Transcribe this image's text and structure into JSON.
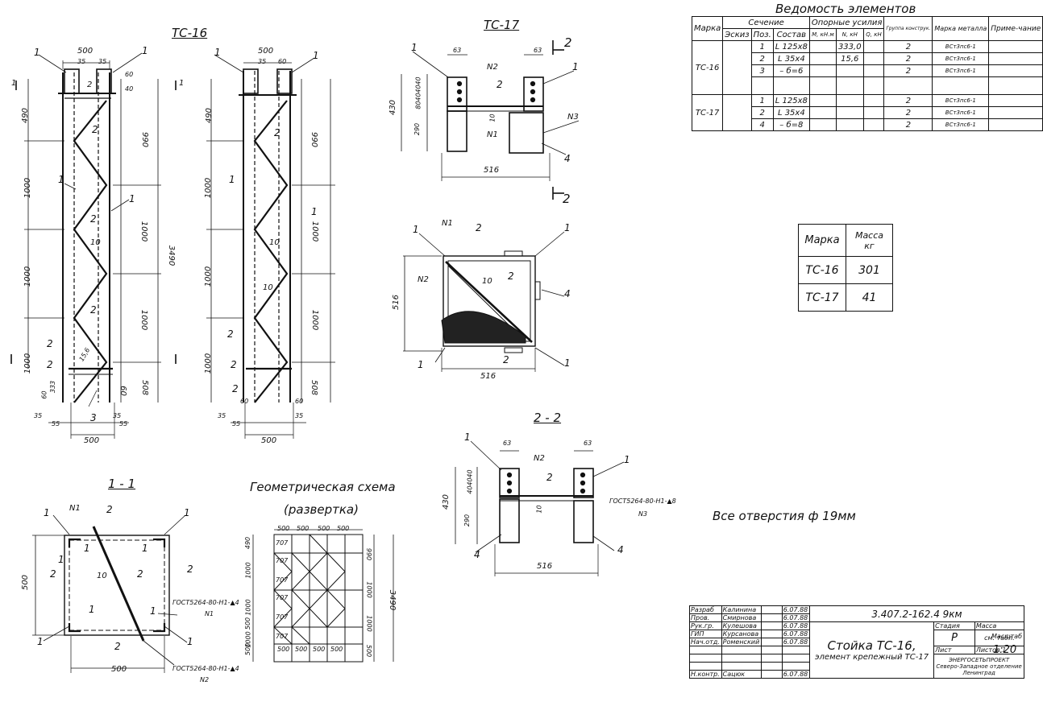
{
  "titles": {
    "tc16": "ТС-16",
    "tc17": "ТС-17",
    "sec22": "2 - 2",
    "sec11": "1 - 1",
    "geom1": "Геометрическая схема",
    "geom2": "(развертка)",
    "holes": "Все отверстия ф 19мм"
  },
  "tc16": {
    "top_w": "500",
    "d35a": "35",
    "d35b": "35",
    "top_d": "2",
    "dims_left": [
      "490",
      "1000",
      "1000",
      "1000"
    ],
    "dims_right": [
      "990",
      "1000",
      "1000",
      "508",
      "60"
    ],
    "total": "3490",
    "d60": "60",
    "d40": "40",
    "bot": [
      "35",
      "55",
      "35",
      "55"
    ],
    "bot_w": "500",
    "d333": "333",
    "d60b": "60",
    "d15": "15,6",
    "pos": [
      "1",
      "1",
      "1",
      "1",
      "2",
      "2",
      "2",
      "2",
      "2",
      "10",
      "3",
      "2"
    ],
    "cut": "1",
    "cut2": "1"
  },
  "tc16b": {
    "top_w": "500",
    "d35": "35",
    "d60": "60",
    "dims_left": [
      "490",
      "1000",
      "1000",
      "1000"
    ],
    "dims_right": [
      "990",
      "1000",
      "1000",
      "508"
    ],
    "bot": [
      "35",
      "55",
      "60",
      "60",
      "35"
    ],
    "bot_w": "500",
    "pos": [
      "1",
      "1",
      "1",
      "1",
      "2",
      "2",
      "10",
      "10",
      "2",
      "2"
    ],
    "b": "2"
  },
  "tc17": {
    "w63a": "63",
    "w63b": "63",
    "h430": "430",
    "h290": "290",
    "w516": "516",
    "dims": [
      "40",
      "40",
      "40",
      "80"
    ],
    "labels": [
      "1",
      "N2",
      "2",
      "1",
      "N3",
      "N1",
      "4",
      "2",
      "2",
      "10"
    ]
  },
  "plan17": {
    "labels": [
      "1",
      "N1",
      "2",
      "1",
      "N2",
      "10",
      "2",
      "4",
      "1",
      "2"
    ],
    "w516": "516",
    "h516": "516"
  },
  "sec22": {
    "w63a": "63",
    "w63b": "63",
    "h430": "430",
    "h290": "290",
    "w516": "516",
    "dims": [
      "40",
      "40",
      "40"
    ],
    "gost": "ГОСТ5264-80-Н1-▲8",
    "n3": "N3",
    "labels": [
      "1",
      "N2",
      "2",
      "1",
      "4",
      "4",
      "10"
    ]
  },
  "sec11": {
    "labels": [
      "1",
      "N1",
      "2",
      "1",
      "1",
      "1",
      "1",
      "10",
      "2",
      "2",
      "1",
      "1",
      "2",
      "1",
      "2",
      "1"
    ],
    "w500": "500",
    "h500": "500",
    "gost1": "ГОСТ5264-80-Н1-▲4",
    "n1": "N1",
    "gost2": "ГОСТ5264-80-Н1-▲4",
    "n2": "N2"
  },
  "geom": {
    "top": [
      "500",
      "500",
      "500",
      "500"
    ],
    "left": [
      "490",
      "1000",
      "1000",
      "1000",
      "500",
      "500"
    ],
    "right": [
      "990",
      "1000",
      "1000",
      "500"
    ],
    "total": "3490",
    "diag": [
      "707",
      "707",
      "707",
      "707",
      "707",
      "707"
    ],
    "bot": [
      "500",
      "500",
      "500",
      "500"
    ]
  },
  "vedomost": {
    "title": "Ведомость элементов",
    "h": {
      "marka": "Марка",
      "sechenie": "Сечение",
      "eskiz": "Эскиз",
      "poz": "Поз.",
      "sostav": "Состав",
      "opor": "Опорные усилия",
      "m": "М, кН.м",
      "n": "N, кН",
      "q": "Q, кН",
      "gruppa": "Группа конструк.",
      "marka_met": "Марка металла",
      "prim": "Приме-чание"
    },
    "rows": [
      {
        "marka": "ТС-16",
        "poz": "1",
        "sostav": "L 125х8",
        "m": "",
        "n": "333,0",
        "q": "",
        "gr": "2",
        "met": "ВСт3пс6-1"
      },
      {
        "marka": "",
        "poz": "2",
        "sostav": "L 35х4",
        "m": "",
        "n": "15,6",
        "q": "",
        "gr": "2",
        "met": "ВСт3пс6-1"
      },
      {
        "marka": "",
        "poz": "3",
        "sostav": "– б=6",
        "m": "",
        "n": "",
        "q": "",
        "gr": "2",
        "met": "ВСт3пс6-1"
      },
      {
        "marka": "ТС-17",
        "poz": "1",
        "sostav": "L 125х8",
        "m": "",
        "n": "",
        "q": "",
        "gr": "2",
        "met": "ВСт3пс6-1"
      },
      {
        "marka": "",
        "poz": "2",
        "sostav": "L 35х4",
        "m": "",
        "n": "",
        "q": "",
        "gr": "2",
        "met": "ВСт3пс6-1"
      },
      {
        "marka": "",
        "poz": "4",
        "sostav": "– б=8",
        "m": "",
        "n": "",
        "q": "",
        "gr": "2",
        "met": "ВСт3пс6-1"
      }
    ]
  },
  "mass": {
    "h_marka": "Марка",
    "h_massa": "Масса",
    "h_kg": "кг",
    "rows": [
      {
        "m": "ТС-16",
        "v": "301"
      },
      {
        "m": "ТС-17",
        "v": "41"
      }
    ]
  },
  "stamp": {
    "code": "3.407.2-162.4 9км",
    "title1": "Стойка ТС-16,",
    "title2": "элемент крепежный ТС-17",
    "stadia_h": "Стадия",
    "massa_h": "Масса",
    "masshtab_h": "Масштаб",
    "stadia": "Р",
    "massa": "см. табл.",
    "masshtab": "1:20",
    "list": "Лист",
    "listov": "Листов 1",
    "org1": "ЭНЕРГОСЕТЬПРОЕКТ",
    "org2": "Северо-Западное отделение",
    "org3": "Ленинград",
    "people": [
      {
        "role": "Разраб",
        "name": "Калинина",
        "date": "6.07.88"
      },
      {
        "role": "Пров.",
        "name": "Смирнова",
        "date": "6.07.88"
      },
      {
        "role": "Рук.гр.",
        "name": "Кулешова",
        "date": "6.07.88"
      },
      {
        "role": "ГИП",
        "name": "Курсанова",
        "date": "6.07.88"
      },
      {
        "role": "Нач.отд.",
        "name": "Роменский",
        "date": "6.07.88"
      },
      {
        "role": "Н.контр.",
        "name": "Сацюк",
        "date": "6.07.88"
      }
    ]
  }
}
